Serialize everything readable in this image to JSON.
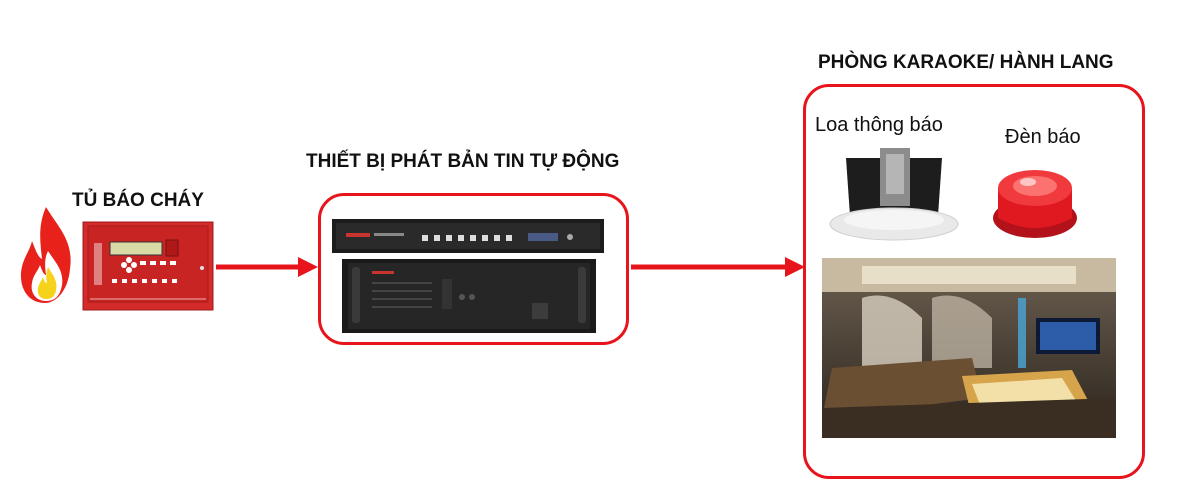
{
  "diagram": {
    "fire_panel": {
      "title": "TỦ BÁO CHÁY"
    },
    "broadcast_device": {
      "title": "THIẾT BỊ PHÁT BẢN TIN TỰ ĐỘNG"
    },
    "room": {
      "title": "PHÒNG KARAOKE/ HÀNH LANG",
      "speaker_label": "Loa thông báo",
      "strobe_label": "Đèn báo"
    },
    "colors": {
      "accent": "#e8141b",
      "panel_red": "#d42a2a",
      "text": "#111111"
    },
    "icons": [
      "fire-icon",
      "fire-alarm-panel-icon",
      "broadcast-device-icon",
      "ceiling-speaker-icon",
      "strobe-light-icon",
      "karaoke-room-image"
    ]
  }
}
